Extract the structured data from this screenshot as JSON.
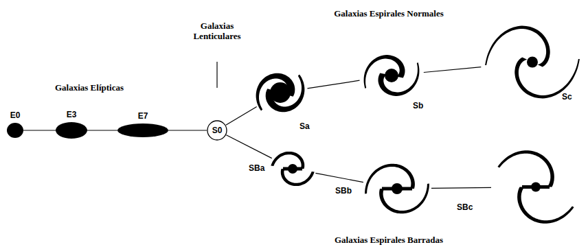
{
  "diagram": {
    "nodes": [
      {
        "text": [
          "E0"
        ]
      },
      {
        "text": [
          "E3"
        ]
      },
      {
        "text": [
          "E7"
        ]
      },
      {
        "text": [
          "S0"
        ]
      },
      {
        "text": [
          "Sa"
        ]
      },
      {
        "text": [
          "Sb"
        ]
      },
      {
        "text": [
          "Sc"
        ]
      },
      {
        "text": [
          "SBa"
        ]
      },
      {
        "text": [
          "SBb"
        ]
      },
      {
        "text": [
          "SBc"
        ]
      }
    ],
    "edges": [
      {
        "from": 0,
        "to": 1,
        "arrow": "none"
      },
      {
        "from": 1,
        "to": 2,
        "arrow": "none"
      },
      {
        "from": 2,
        "to": 3,
        "arrow": "none"
      },
      {
        "from": 3,
        "to": 4,
        "arrow": "none"
      },
      {
        "from": 4,
        "to": 5,
        "arrow": "none"
      },
      {
        "from": 5,
        "to": 6,
        "arrow": "none"
      },
      {
        "from": 3,
        "to": 7,
        "arrow": "none"
      },
      {
        "from": 7,
        "to": 8,
        "arrow": "none"
      },
      {
        "from": 8,
        "to": 9,
        "arrow": "none"
      }
    ],
    "labels": [
      "Galaxias Elípticas",
      "Galaxias Lenticulares",
      "Galaxias Espirales Normales",
      "Galaxias Espirales Barradas"
    ]
  }
}
